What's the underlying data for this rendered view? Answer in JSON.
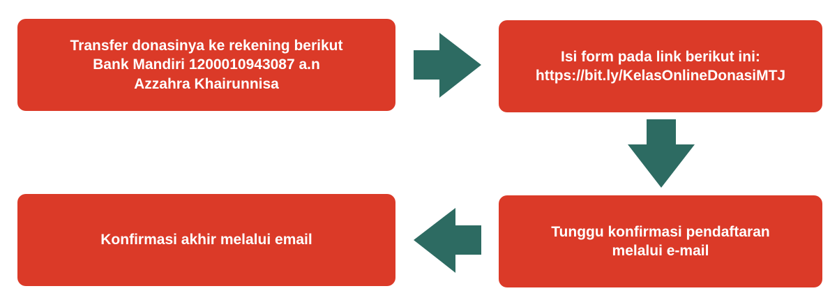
{
  "colors": {
    "box_fill": "#db3a28",
    "arrow_fill": "#2d6b62",
    "text": "#ffffff"
  },
  "steps": [
    {
      "lines": [
        "Transfer donasinya ke rekening berikut",
        "Bank Mandiri 1200010943087 a.n",
        "Azzahra Khairunnisa"
      ]
    },
    {
      "lines": [
        "Isi form pada link berikut ini:",
        "https://bit.ly/KelasOnlineDonasiMTJ"
      ]
    },
    {
      "lines": [
        "Tunggu konfirmasi pendaftaran",
        "melalui e-mail"
      ]
    },
    {
      "lines": [
        "Konfirmasi akhir melalui email"
      ]
    }
  ],
  "arrows": [
    {
      "icon": "arrow-right-icon",
      "direction": "right"
    },
    {
      "icon": "arrow-down-icon",
      "direction": "down"
    },
    {
      "icon": "arrow-left-icon",
      "direction": "left"
    }
  ]
}
